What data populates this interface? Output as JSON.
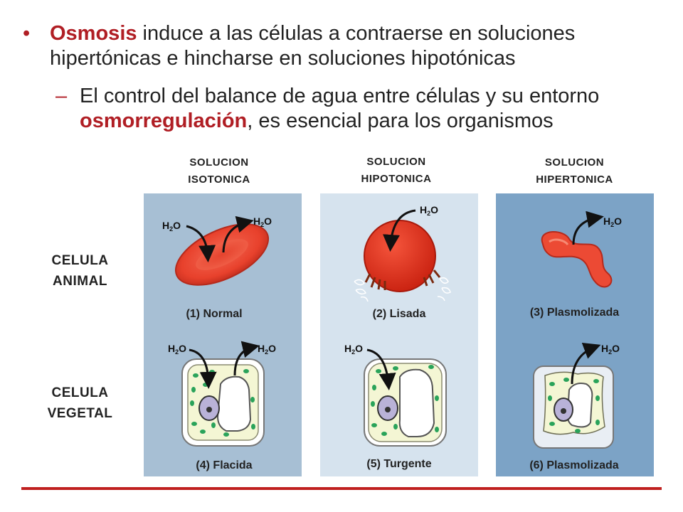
{
  "bullets": {
    "b1_term": "Osmosis",
    "b1_rest": " induce a las células a contraerse en soluciones hipertónicas e hincharse en soluciones hipotónicas",
    "b2_lead": "El control del balance de agua entre células y su entorno ",
    "b2_term": "osmorregulación",
    "b2_tail": ", es esencial para los organismos"
  },
  "columns": [
    {
      "line1": "SOLUCION",
      "line2": "ISOTONICA",
      "color": "#a7bfd4"
    },
    {
      "line1": "SOLUCION",
      "line2": "HIPOTONICA",
      "color": "#d6e3ee"
    },
    {
      "line1": "SOLUCION",
      "line2": "HIPERTONICA",
      "color": "#7ca3c6"
    }
  ],
  "rows": [
    {
      "line1": "CELULA",
      "line2": "ANIMAL"
    },
    {
      "line1": "CELULA",
      "line2": "VEGETAL"
    }
  ],
  "captions": [
    "(1) Normal",
    "(2) Lisada",
    "(3) Plasmolizada",
    "(4) Flacida",
    "(5) Turgente",
    "(6) Plasmolizada"
  ],
  "water_label": "H2O",
  "icons": [
    "water-in-arrow-icon",
    "water-out-arrow-icon"
  ],
  "accent_color": "#b01e24"
}
